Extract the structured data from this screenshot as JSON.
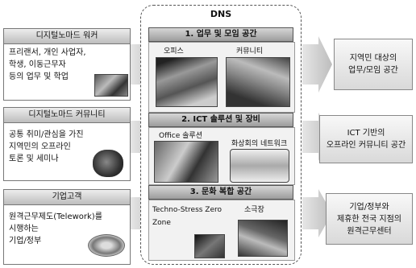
{
  "dns_title": "DNS",
  "left_boxes": [
    {
      "title": "디지털노마드 워커",
      "lines": [
        "프리랜서, 개인 사업자,",
        "학생, 이동근무자",
        "등의 업무 및 학업"
      ]
    },
    {
      "title": "디지털노마드 커뮤니티",
      "lines": [
        "공통 취미/관심을 가진",
        "지역민의 오프라인",
        "토론 및 세미나"
      ]
    },
    {
      "title": "기업고객",
      "lines": [
        "원격근무제도(Telework)를",
        "시행하는",
        "기업/정부"
      ]
    }
  ],
  "sections": [
    {
      "title": "1. 업무 및 모임 공간",
      "items": [
        "오피스",
        "커뮤니티"
      ]
    },
    {
      "title": "2. ICT 솔루션 및 장비",
      "items": [
        "Office 솔루션",
        "화상회의 네트워크"
      ]
    },
    {
      "title": "3. 문화 복합 공간",
      "items": [
        "Techno-Stress Zero Zone",
        "소극장"
      ]
    }
  ],
  "right_boxes": [
    [
      "지역민 대상의",
      "업무/모임 공간"
    ],
    [
      "ICT 기반의",
      "오프라인 커뮤니티 공간"
    ],
    [
      "기업/정부와",
      "제휴한 전국 지점의",
      "원격근무센터"
    ]
  ]
}
